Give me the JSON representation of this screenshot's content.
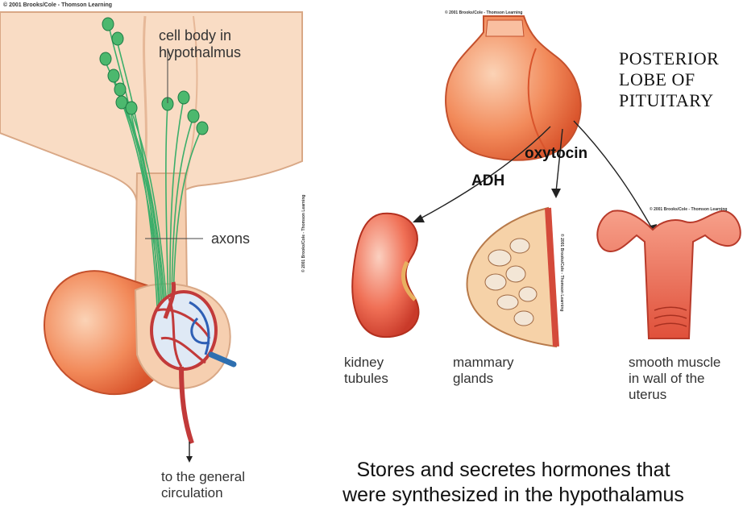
{
  "copyright_left": "© 2001 Brooks/Cole - Thomson Learning",
  "copyright_top": "© 2001 Brooks/Cole - Thomson Learning",
  "copyright_kidney": "© 2001 Brooks/Cole - Thomson Learning",
  "copyright_gland": "© 2001 Brooks/Cole - Thomson Learning",
  "copyright_uterus": "© 2001 Brooks/Cole - Thomson Learning",
  "labels": {
    "cell_body": "cell body in\nhypothalmus",
    "axons": "axons",
    "circulation": "to the general\ncirculation",
    "posterior_lobe": "POSTERIOR\nLOBE OF\nPITUITARY",
    "oxytocin": "oxytocin",
    "adh": "ADH",
    "kidney": "kidney\ntubules",
    "mammary": "mammary\nglands",
    "uterus": "smooth muscle\nin wall of the\nuterus"
  },
  "caption_bottom": "Stores and secretes hormones that\nwere synthesized in the hypothalamus"
}
